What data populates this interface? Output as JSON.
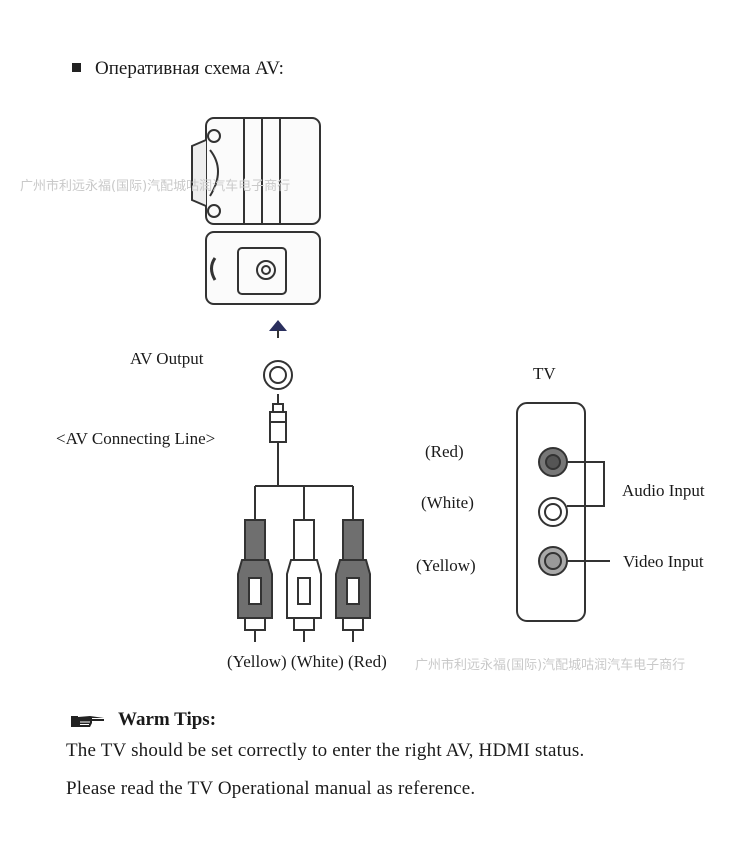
{
  "heading": "Оперативная схема AV:",
  "watermark": "广州市利远永福(国际)汽配城咕润汽车电子商行",
  "labels": {
    "av_output": "AV Output",
    "av_connecting_line": "<AV Connecting Line>",
    "plugs": "(Yellow) (White) (Red)",
    "tv": "TV",
    "red": "(Red)",
    "white": "(White)",
    "yellow": "(Yellow)",
    "audio_input": "Audio Input",
    "video_input": "Video Input"
  },
  "icons": [
    "camera-device-icon",
    "arrow-up-icon",
    "av-jack-icon",
    "rca-plug-icon",
    "pointing-hand-icon"
  ],
  "colors": {
    "dark_plug": "#6f6f6f",
    "white_plug": "#ffffff",
    "line": "#333333",
    "arrow": "#2a2f5e"
  },
  "tips": {
    "title": "Warm Tips:",
    "lines": [
      "The TV should be set correctly to enter the right AV, HDMI status.",
      "Please read the TV Operational manual as reference."
    ]
  }
}
